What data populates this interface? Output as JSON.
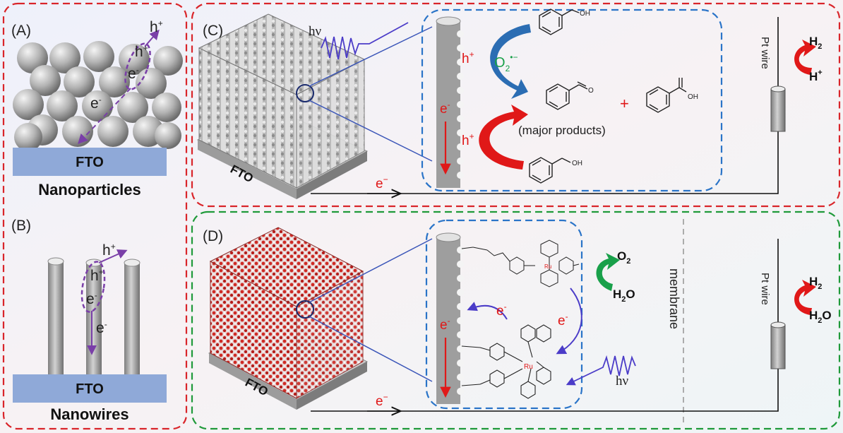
{
  "panels": {
    "a": {
      "label": "(A)",
      "substrate": "FTO",
      "caption": "Nanoparticles",
      "carriers": {
        "hole": "h",
        "hole_sup": "+",
        "hole_in": "h",
        "hole_in_sup": "+",
        "elec_in": "e",
        "elec_in_sup": "-",
        "elec_path": "e",
        "elec_path_sup": "-"
      }
    },
    "b": {
      "label": "(B)",
      "substrate": "FTO",
      "caption": "Nanowires",
      "carriers": {
        "hole": "h",
        "hole_sup": "+",
        "hole_in": "h",
        "hole_in_sup": "+",
        "elec_in": "e",
        "elec_in_sup": "-",
        "elec_path": "e",
        "elec_path_sup": "-"
      }
    },
    "c": {
      "label": "(C)",
      "substrate": "FTO",
      "light": "hν",
      "inset": {
        "hole_top": "h",
        "hole_top_sup": "+",
        "superoxide": "O",
        "superoxide_sub": "2",
        "superoxide_sup": "•−",
        "electron": "e",
        "electron_sup": "-",
        "hole_bottom": "h",
        "hole_bottom_sup": "+",
        "plus": "+",
        "products_note": "(major products)",
        "oh_top": "OH",
        "oh_bottom": "OH",
        "oh_acid": "OH",
        "o_ald": "O"
      },
      "external_electron": "e",
      "external_electron_sup": "−",
      "counter_electrode": "Pt wire",
      "reaction": {
        "product": "H",
        "product_sub": "2",
        "reactant": "H",
        "reactant_sup": "+"
      }
    },
    "d": {
      "label": "(D)",
      "substrate": "FTO",
      "light": "hν",
      "membrane": "membrane",
      "inset": {
        "electron_core": "e",
        "electron_core_sup": "-",
        "electron_back": "e",
        "electron_back_sup": "-",
        "electron_cat": "e",
        "electron_cat_sup": "-",
        "ru": "Ru",
        "o2": "O",
        "o2_sub": "2",
        "h2o": "H",
        "h2o_sub": "2",
        "h2o_tail": "O"
      },
      "external_electron": "e",
      "external_electron_sup": "−",
      "counter_electrode": "Pt wire",
      "reaction": {
        "product": "H",
        "product_sub": "2",
        "reactant": "H",
        "reactant_sub": "2",
        "reactant_tail": "O"
      }
    }
  },
  "colors": {
    "frame_red": "#d9252a",
    "frame_green": "#1f9a3a",
    "inset_blue": "#2a74c8",
    "fto_blue": "#8fa9d8",
    "hole_red": "#e01818",
    "carrier_purple": "#7a3fa8",
    "o2_green": "#19a04a",
    "arrow_blue": "#2b6db3",
    "ru_arrow": "#4b3cc8"
  }
}
